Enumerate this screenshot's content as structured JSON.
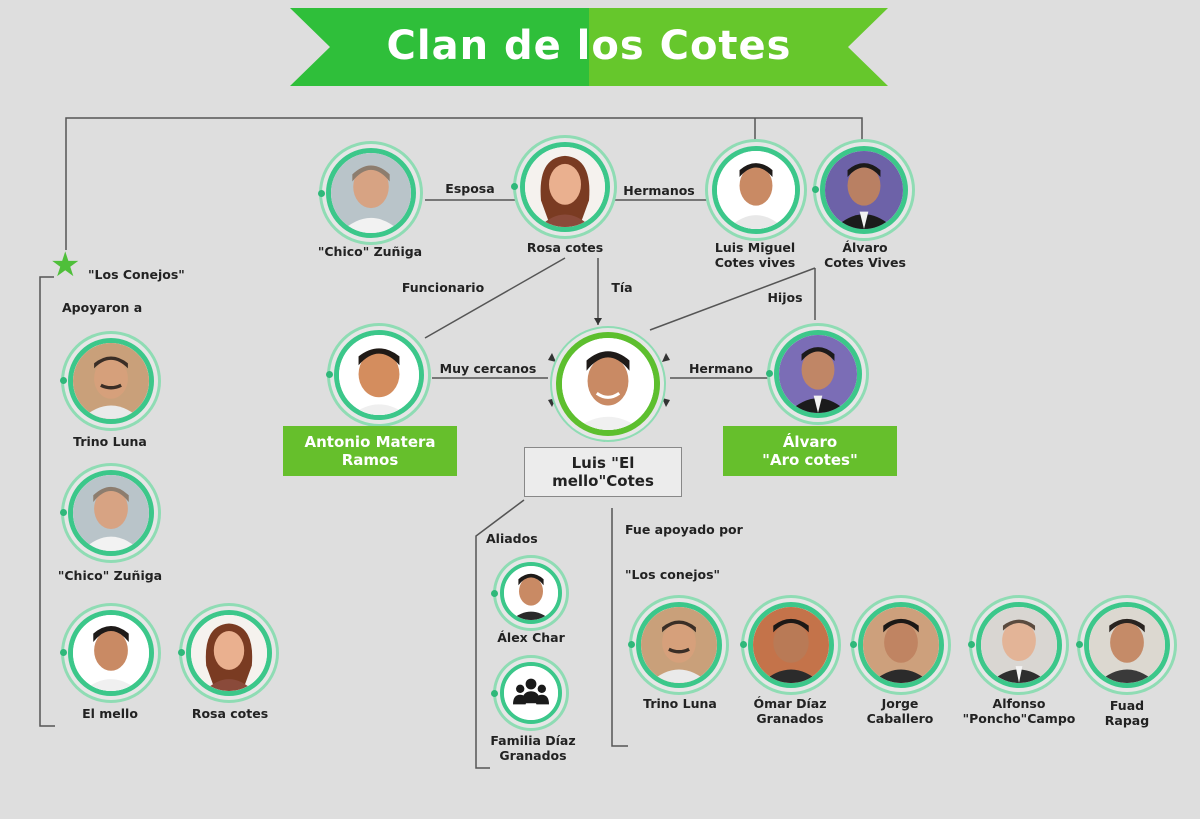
{
  "title": "Clan de los Cotes",
  "colors": {
    "banner_left": "#2fbf3a",
    "banner_right": "#66c72c",
    "ring": "#3cc78a",
    "green_box": "#66bf2c"
  },
  "people": {
    "chico_top": "\"Chico\" Zuñiga",
    "rosa_top": "Rosa cotes",
    "luis_miguel": "Luis Miguel\nCotes vives",
    "alvaro_top": "Álvaro\nCotes Vives",
    "antonio": "Antonio Matera\nRamos",
    "luis_center": "Luis \"El\nmello\"Cotes",
    "aro": "Álvaro\n\"Aro cotes\"",
    "trino_left": "Trino Luna",
    "chico_left": "\"Chico\" Zuñiga",
    "el_mello": "El mello",
    "rosa_left": "Rosa cotes",
    "alex_char": "Álex Char",
    "familia": "Familia Díaz\nGranados",
    "trino_bottom": "Trino Luna",
    "omar": "Ómar Díaz\nGranados",
    "jorge": "Jorge\nCaballero",
    "alfonso": "Alfonso\n\"Poncho\"Campo",
    "fuad": "Fuad\nRapag"
  },
  "relations": {
    "esposa": "Esposa",
    "hermanos": "Hermanos",
    "funcionario": "Funcionario",
    "tia": "Tía",
    "hijos": "Hijos",
    "muy_cercanos": "Muy cercanos",
    "hermano": "Hermano",
    "los_conejos_title": "\"Los Conejos\"",
    "apoyaron_a": "Apoyaron a",
    "aliados": "Aliados",
    "fue_apoyado_por": "Fue apoyado por",
    "los_conejos_lower": "\"Los conejos\""
  }
}
